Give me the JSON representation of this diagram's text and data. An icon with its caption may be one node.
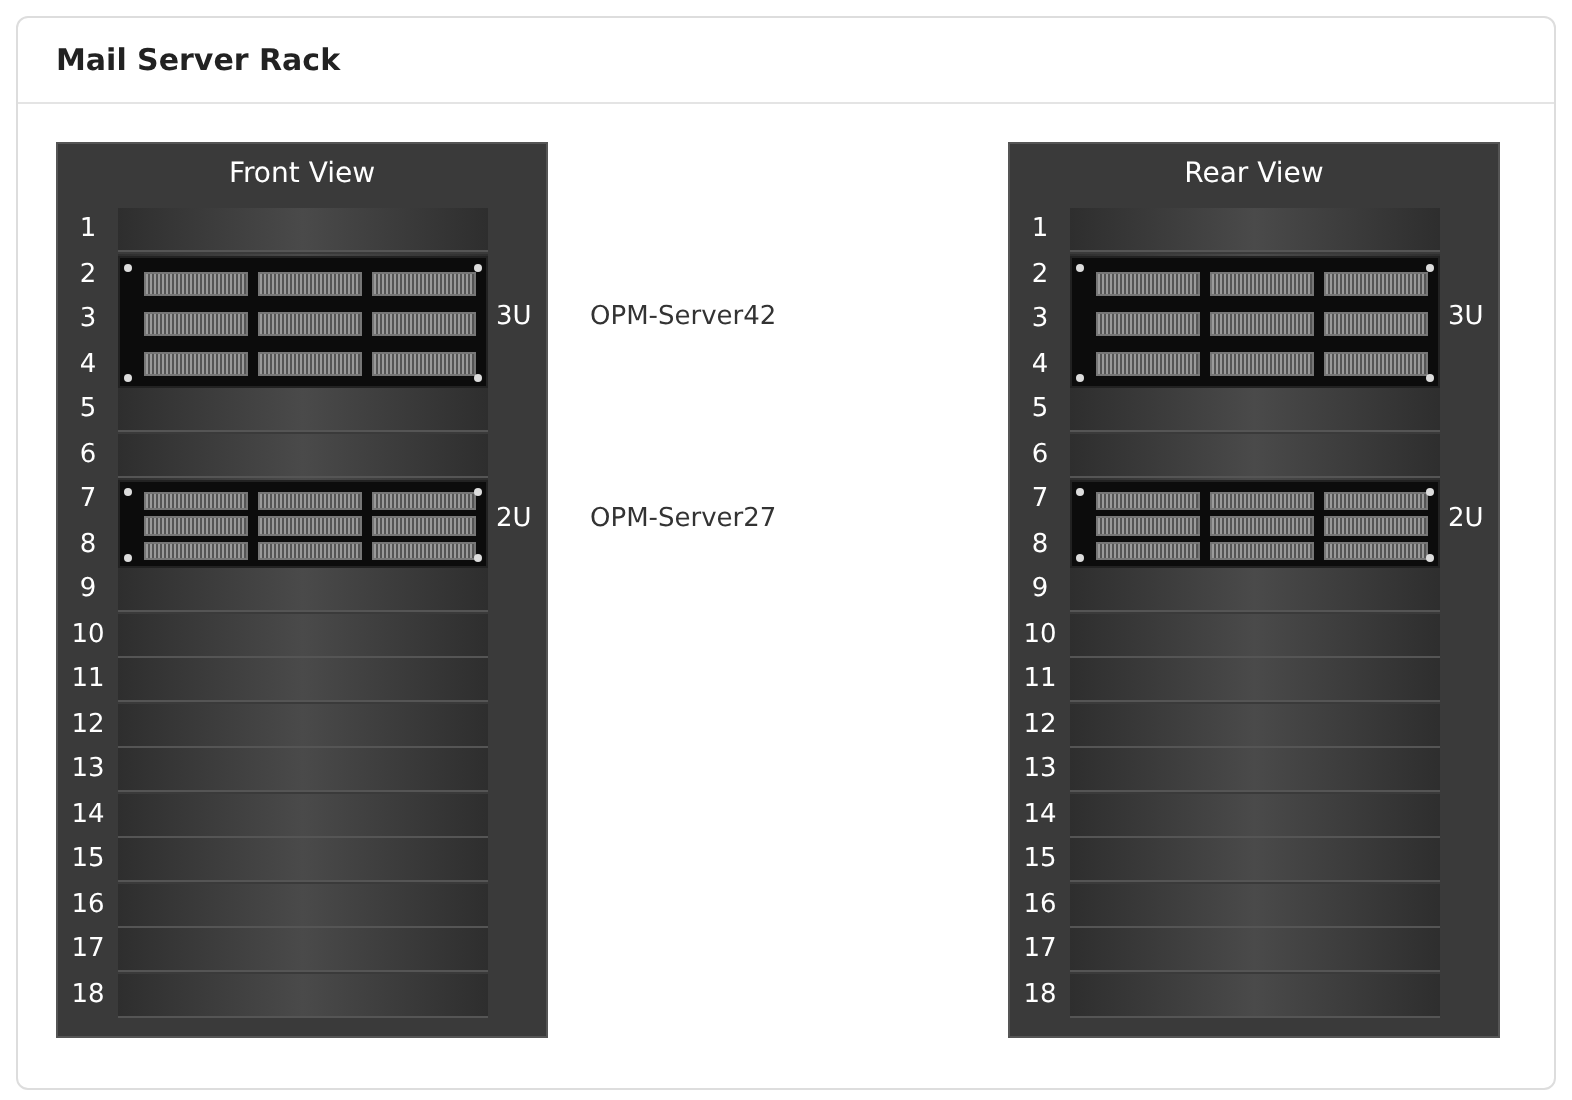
{
  "diagram": {
    "title": "Mail Server Rack",
    "nodes": [
      {
        "text": [
          "Front View"
        ]
      },
      {
        "text": [],
        "shape": "box",
        "in": 0,
        "beside": [
          "3U",
          "OPM-Server42"
        ]
      },
      {
        "text": [],
        "shape": "box",
        "in": 0,
        "beside": [
          "2U",
          "OPM-Server27"
        ]
      },
      {
        "text": [
          "Rear View"
        ]
      },
      {
        "text": [],
        "shape": "box",
        "in": 3,
        "beside": [
          "3U"
        ]
      },
      {
        "text": [],
        "shape": "box",
        "in": 3,
        "beside": [
          "2U"
        ]
      }
    ],
    "labels": [
      "1",
      "2",
      "3",
      "4",
      "5",
      "6",
      "7",
      "8",
      "9",
      "10",
      "11",
      "12",
      "13",
      "14",
      "15",
      "16",
      "17",
      "18",
      "1",
      "2",
      "3",
      "4",
      "5",
      "6",
      "7",
      "8",
      "9",
      "10",
      "11",
      "12",
      "13",
      "14",
      "15",
      "16",
      "17",
      "18"
    ]
  }
}
